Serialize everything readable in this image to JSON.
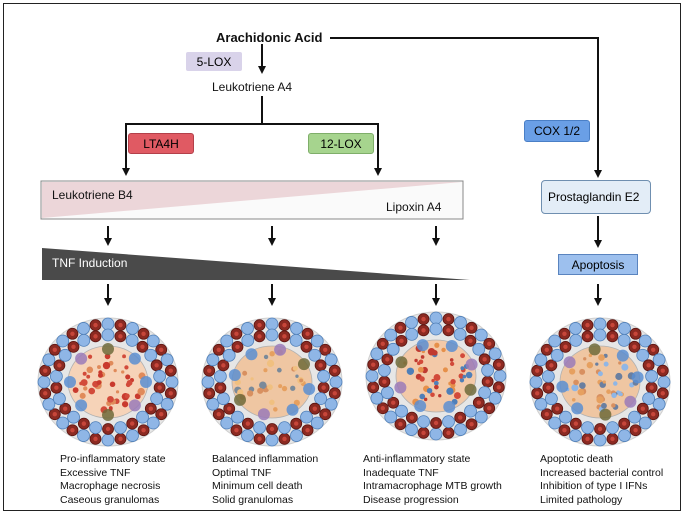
{
  "source": "Arachidonic Acid",
  "enzyme_5lox": "5-LOX",
  "intermediate": "Leukotriene A4",
  "enzyme_lta4h": "LTA4H",
  "enzyme_12lox": "12-LOX",
  "enzyme_cox": "COX 1/2",
  "gradient": {
    "left_label": "Leukotriene B4",
    "right_label": "Lipoxin A4"
  },
  "tnf_label": "TNF Induction",
  "prostaglandin": "Prostaglandin E2",
  "apoptosis": "Apoptosis",
  "outcomes": [
    {
      "lines": [
        "Pro-inflammatory state",
        "Excessive TNF",
        "Macrophage necrosis",
        "Caseous granulomas"
      ]
    },
    {
      "lines": [
        "Balanced inflammation",
        "Optimal TNF",
        "Minimum cell death",
        "Solid granulomas"
      ]
    },
    {
      "lines": [
        "Anti-inflammatory state",
        "Inadequate TNF",
        "Intramacrophage MTB growth",
        "Disease progression"
      ]
    },
    {
      "lines": [
        "Apoptotic death",
        "Increased bacterial control",
        "Inhibition of type I IFNs",
        "Limited pathology"
      ]
    }
  ],
  "colors": {
    "lox5_bg": "#d9d3ea",
    "lta4h_bg": "#e05a63",
    "lox12_bg": "#a6d48e",
    "cox_bg": "#6a9fe6",
    "pge2_bg": "#e3edf7",
    "apoptosis_bg": "#9dc0ee",
    "ltb4_gradient": "#ecd6d9",
    "tnf_gradient": "#4a4a4a"
  }
}
